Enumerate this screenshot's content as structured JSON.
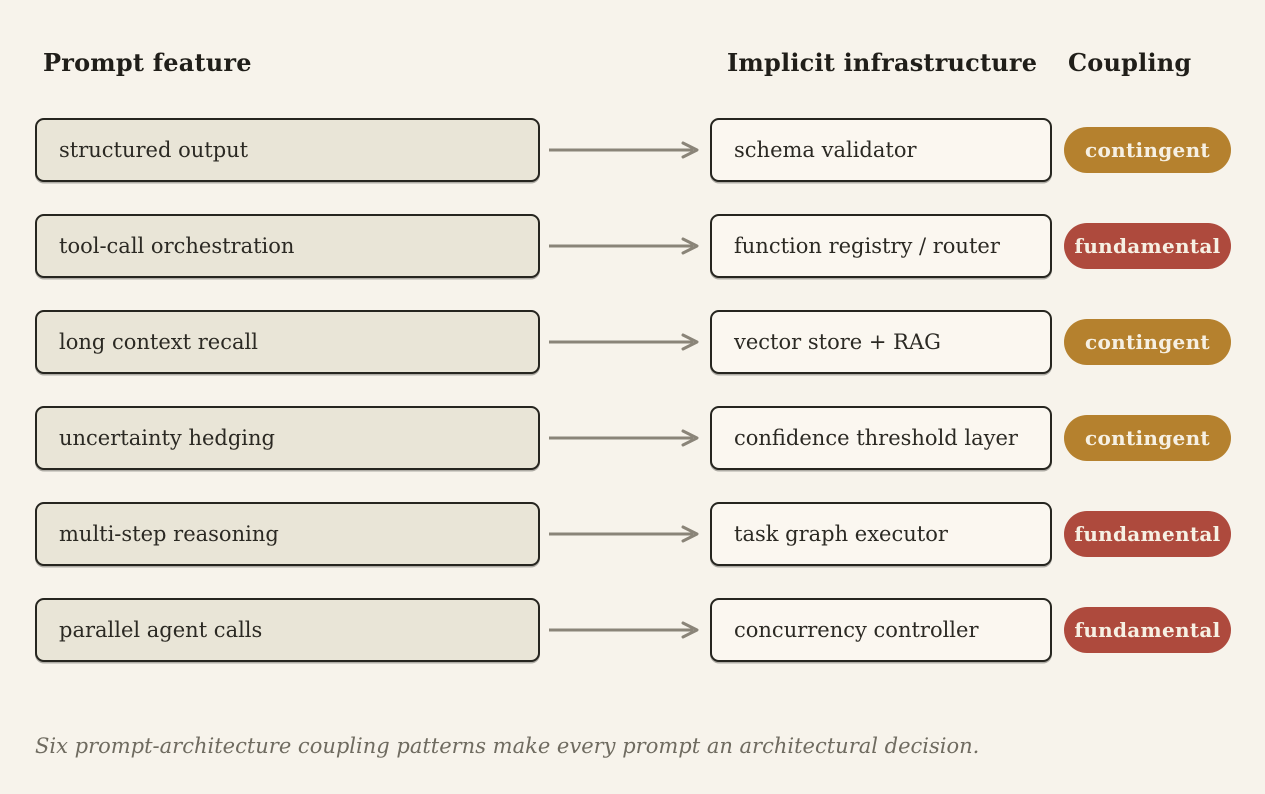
{
  "headers": {
    "feature": "Prompt feature",
    "infrastructure": "Implicit infrastructure",
    "coupling": "Coupling"
  },
  "rows": [
    {
      "feature": "structured output",
      "infrastructure": "schema validator",
      "coupling": "contingent"
    },
    {
      "feature": "tool-call orchestration",
      "infrastructure": "function registry / router",
      "coupling": "fundamental"
    },
    {
      "feature": "long context recall",
      "infrastructure": "vector store + RAG",
      "coupling": "contingent"
    },
    {
      "feature": "uncertainty hedging",
      "infrastructure": "confidence threshold layer",
      "coupling": "contingent"
    },
    {
      "feature": "multi-step reasoning",
      "infrastructure": "task graph executor",
      "coupling": "fundamental"
    },
    {
      "feature": "parallel agent calls",
      "infrastructure": "concurrency controller",
      "coupling": "fundamental"
    }
  ],
  "caption": "Six prompt-architecture coupling patterns make every prompt an architectural decision.",
  "colors": {
    "background": "#f7f3eb",
    "feature_box_fill": "#e9e5d7",
    "infra_box_fill": "#fbf7f0",
    "box_border": "#26251f",
    "arrow": "#8a8478",
    "contingent": "#b5812e",
    "fundamental": "#ae4a3d",
    "badge_text": "#f6f0e3",
    "caption_text": "#6f6b60"
  }
}
